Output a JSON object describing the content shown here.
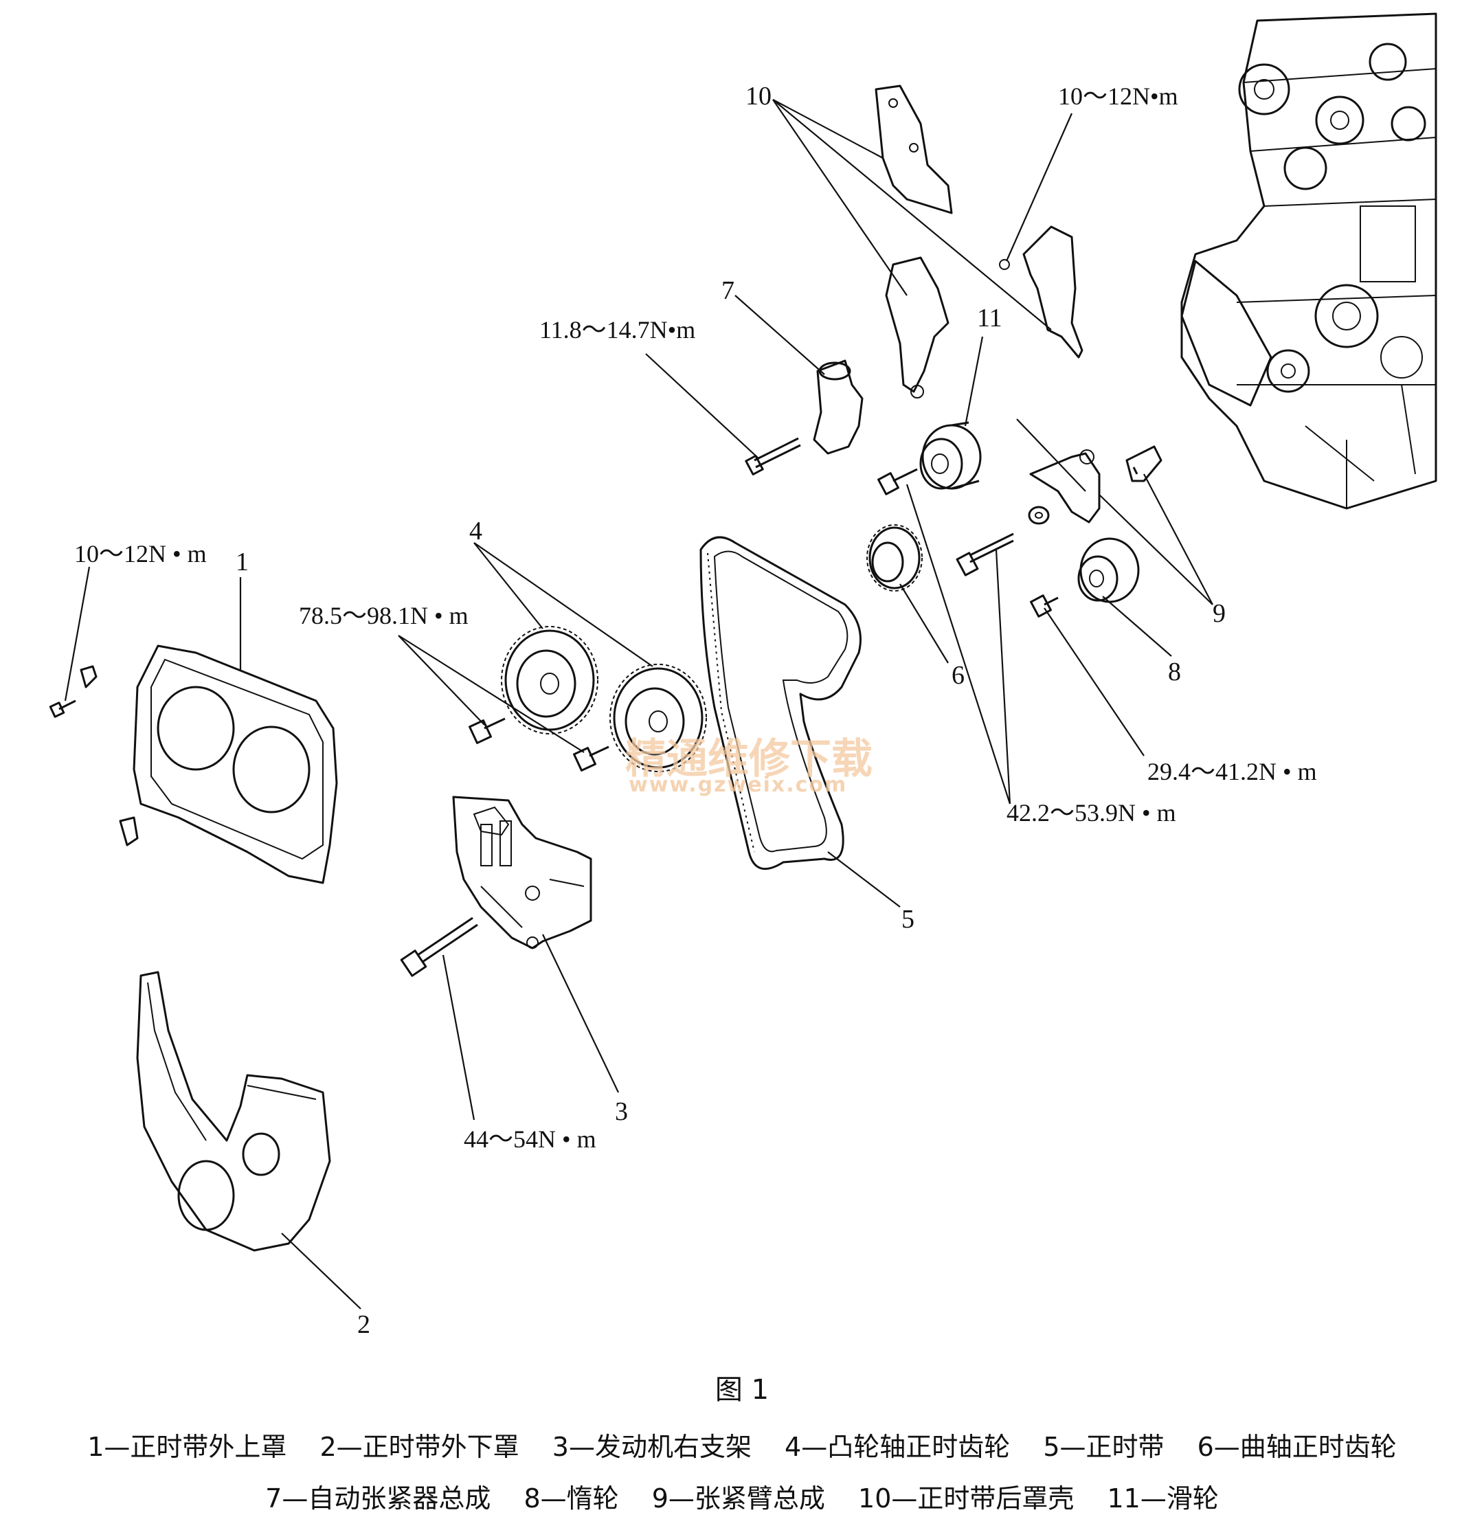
{
  "watermark": {
    "cn": "精通维修下载",
    "url": "www.gzweix.com"
  },
  "callouts": {
    "n1": "1",
    "n2": "2",
    "n3": "3",
    "n4": "4",
    "n5": "5",
    "n6": "6",
    "n7": "7",
    "n8": "8",
    "n9": "9",
    "n10": "10",
    "n11": "11"
  },
  "torques": {
    "t_cover_upper": "10～12N • m",
    "t_rear_cover": "10～12N•m",
    "t_tensioner": "11.8～14.7N•m",
    "t_camshaft": "78.5～98.1N • m",
    "t_idler": "29.4～41.2N • m",
    "t_tension_arm": "42.2～53.9N • m",
    "t_bracket": "44～54N • m"
  },
  "figure": {
    "title": "图 1"
  },
  "legend": {
    "line1": [
      "1—正时带外上罩",
      "2—正时带外下罩",
      "3—发动机右支架",
      "4—凸轮轴正时齿轮",
      "5—正时带",
      "6—曲轴正时齿轮"
    ],
    "line2": [
      "7—自动张紧器总成",
      "8—惰轮",
      "9—张紧臂总成",
      "10—正时带后罩壳",
      "11—滑轮"
    ]
  }
}
